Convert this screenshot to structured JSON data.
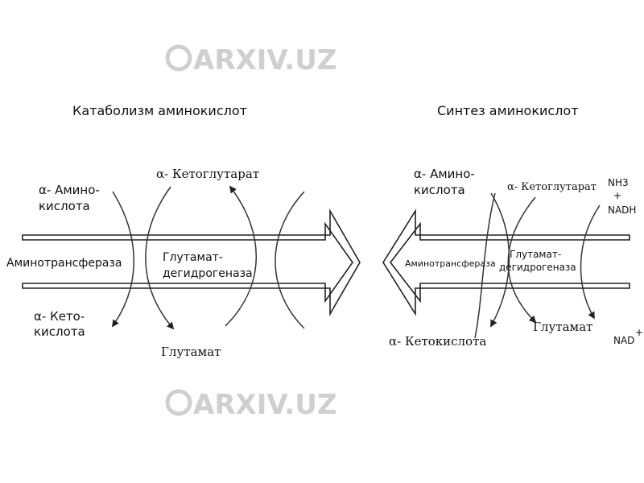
{
  "watermark": {
    "text": "ARXIV.UZ"
  },
  "catabolism": {
    "title": "Катаболизм аминокислот",
    "amino_acid": [
      "α- Амино-",
      "кислота"
    ],
    "ketoglutarate": "α- Кетоглутарат",
    "aminotransferase": "Аминотрансфераза",
    "dehydrogenase": [
      "Глутамат-",
      "дегидрогеназа"
    ],
    "keto_acid": [
      "α- Кето-",
      "кислота"
    ],
    "glutamate": "Глутамат"
  },
  "synthesis": {
    "title": "Синтез аминокислот",
    "amino_acid": [
      "α- Амино-",
      "кислота"
    ],
    "ketoglutarate": "α- Кетоглутарат",
    "cofactors": [
      "NH3",
      "+",
      "NADH"
    ],
    "aminotransferase": "Аминотрансфераза",
    "dehydrogenase": [
      "Глутамат-",
      "дегидрогеназа"
    ],
    "glutamate": "Глутамат",
    "keto_acid": "α- Кетокислота",
    "nad": "NAD",
    "nad_charge": "+"
  },
  "colors": {
    "ink": "#111111",
    "watermark": "#cfcfcf"
  }
}
